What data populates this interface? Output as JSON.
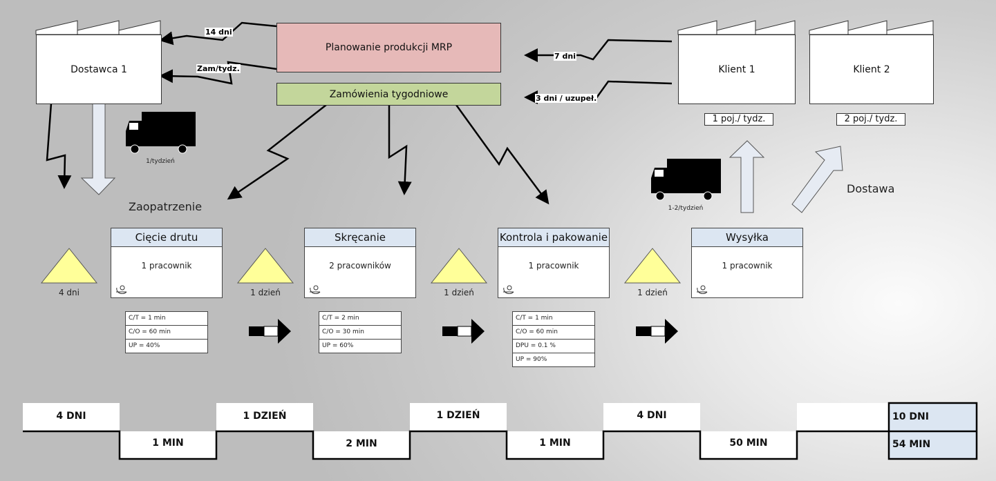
{
  "supplier": {
    "name": "Dostawca 1"
  },
  "planning": {
    "mrp": "Planowanie produkcji MRP",
    "weekly_orders": "Zamówienia tygodniowe"
  },
  "customers": [
    {
      "name": "Klient 1",
      "demand": "1 poj./ tydz."
    },
    {
      "name": "Klient 2",
      "demand": "2 poj./ tydz."
    }
  ],
  "info_flows": {
    "to_supplier_1": "14 dni",
    "to_supplier_2": "Zam/tydz.",
    "from_customers_1": "7 dni",
    "from_customers_2": "3 dni / uzupeł."
  },
  "trucks": {
    "inbound": "1/tydzień",
    "outbound": "1-2/tydzień"
  },
  "labels": {
    "supply": "Zaopatrzenie",
    "delivery": "Dostawa"
  },
  "processes": [
    {
      "name": "Cięcie drutu",
      "workers": "1 pracownik",
      "data": [
        "C/T = 1 min",
        "C/O = 60 min",
        "UP = 40%"
      ]
    },
    {
      "name": "Skręcanie",
      "workers": "2 pracowników",
      "data": [
        "C/T = 2 min",
        "C/O = 30 min",
        "UP = 60%"
      ]
    },
    {
      "name": "Kontrola i pakowanie",
      "workers": "1 pracownik",
      "data": [
        "C/T = 1 min",
        "C/O = 60 min",
        "DPU = 0.1 %",
        "UP = 90%"
      ]
    },
    {
      "name": "Wysyłka",
      "workers": "1 pracownik",
      "data": []
    }
  ],
  "inventories": [
    "4 dni",
    "1 dzień",
    "1 dzień",
    "1 dzień"
  ],
  "timeline": {
    "waiting": [
      "4 DNI",
      "1 DZIEŃ",
      "1 DZIEŃ",
      "4 DNI"
    ],
    "processing": [
      "1 MIN",
      "2 MIN",
      "1 MIN",
      "50 MIN"
    ],
    "total_lead": "10 DNI",
    "total_process": "54 MIN"
  },
  "colors": {
    "mrp": "#e6b9b8",
    "weekly": "#c3d69b",
    "process_header": "#dce6f2",
    "inventory": "#ffff99",
    "timeline_total": "#dce6f2"
  }
}
